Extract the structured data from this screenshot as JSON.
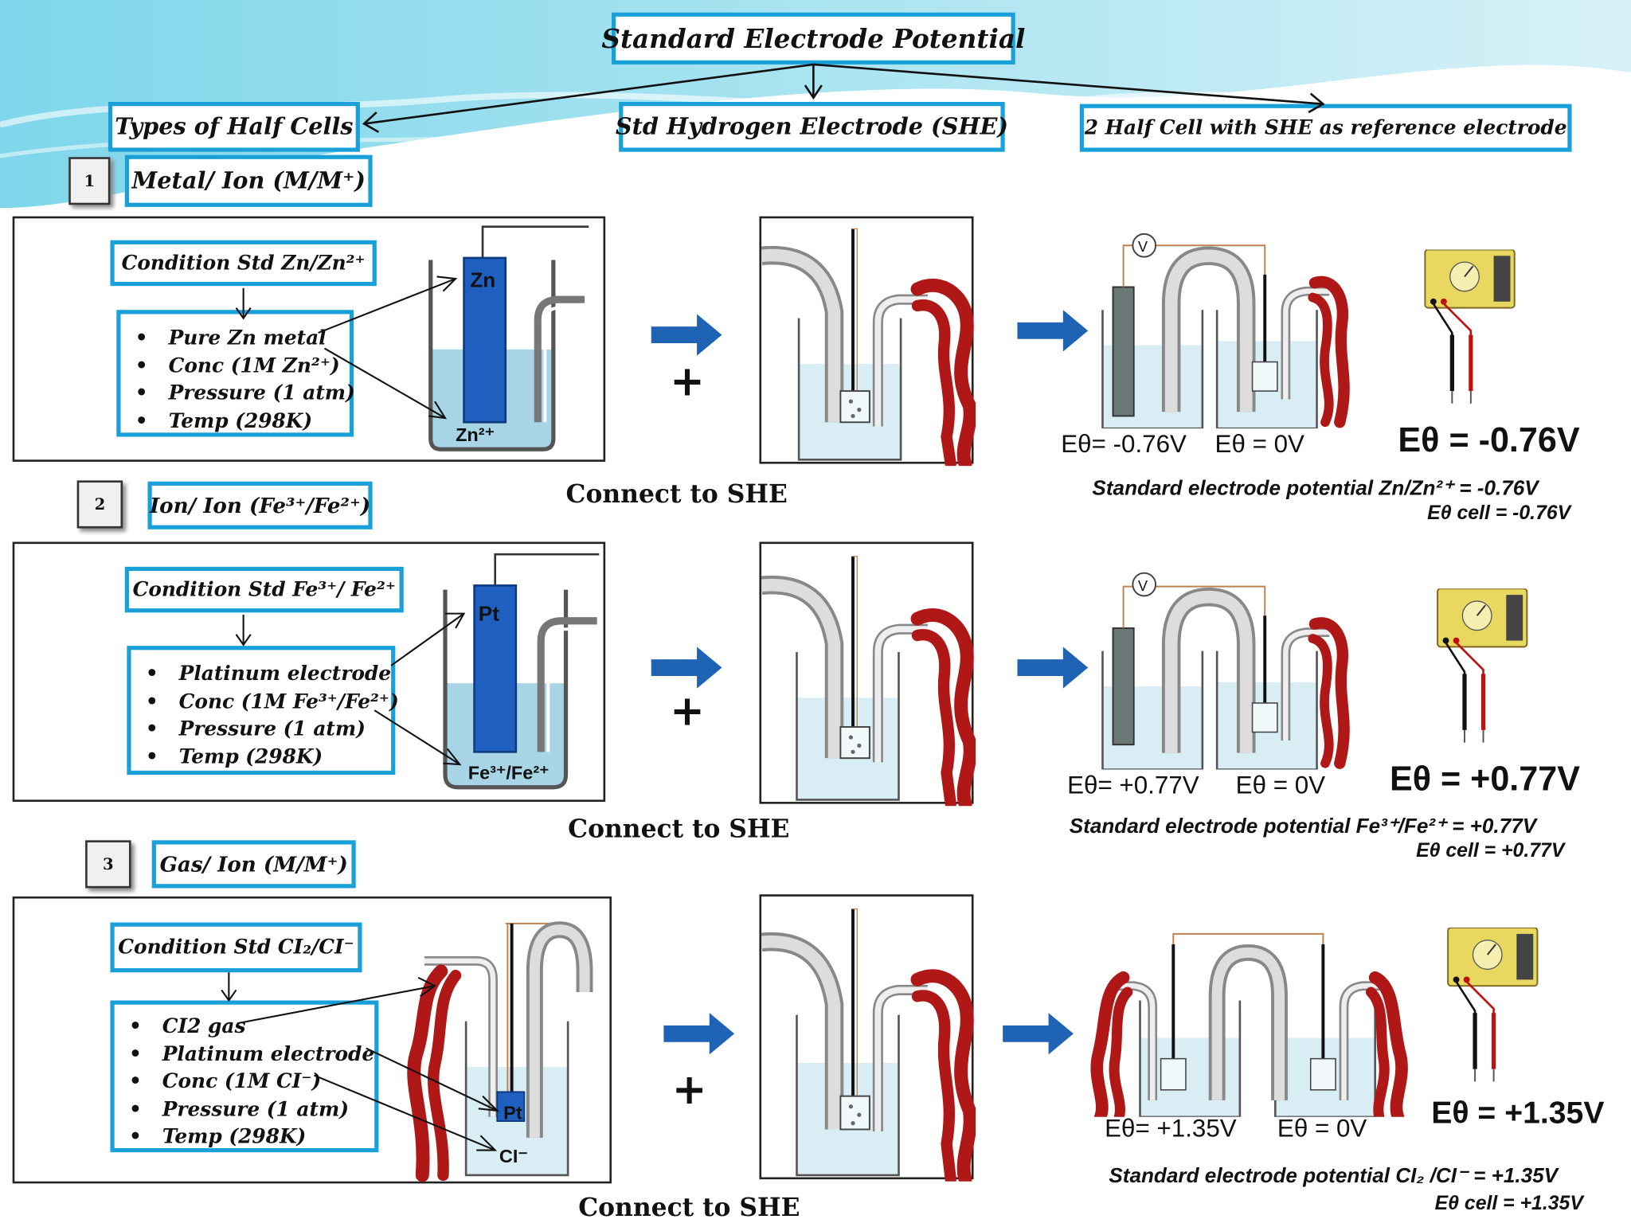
{
  "title": "Standard Electrode Potential",
  "branches": {
    "types": "Types of Half Cells",
    "she": "Std Hydrogen Electrode (SHE)",
    "twohalf": "2 Half Cell with SHE as reference electrode"
  },
  "connect_label": "Connect to SHE",
  "plus": "+",
  "colors": {
    "box_border": "#1aa0d8",
    "electrode": "#1e5fc0",
    "arrow": "#1f63b5",
    "tube": "#b01818",
    "solution": "#a8d5e5"
  },
  "rows": [
    {
      "number": "1",
      "type": "Metal/ Ion (M/M⁺)",
      "condition": "Condition Std  Zn/Zn²⁺",
      "bullets": [
        "Pure Zn metal",
        "Conc (1M Zn²⁺)",
        "Pressure (1 atm)",
        "Temp (298K)"
      ],
      "electrode_label": "Zn",
      "ion_label": "Zn²⁺",
      "e_left": "Eθ= -0.76V",
      "e_right": "Eθ = 0V",
      "e_big": "Eθ = -0.76V",
      "sep": "Standard electrode potential Zn/Zn²⁺ = -0.76V",
      "ecell": "Eθ cell = -0.76V"
    },
    {
      "number": "2",
      "type": "Ion/ Ion (Fe³⁺/Fe²⁺)",
      "condition": "Condition Std  Fe³⁺/ Fe²⁺",
      "bullets": [
        "Platinum electrode",
        "Conc (1M Fe³⁺/Fe²⁺)",
        "Pressure (1 atm)",
        "Temp (298K)"
      ],
      "electrode_label": "Pt",
      "ion_label": "Fe³⁺/Fe²⁺",
      "e_left": "Eθ= +0.77V",
      "e_right": "Eθ = 0V",
      "e_big": "Eθ = +0.77V",
      "sep": "Standard electrode potential Fe³⁺/Fe²⁺ = +0.77V",
      "ecell": "Eθ cell = +0.77V"
    },
    {
      "number": "3",
      "type": "Gas/ Ion (M/M⁺)",
      "condition": "Condition Std CI₂/CI⁻",
      "bullets": [
        "CI2 gas",
        "Platinum electrode",
        "Conc (1M CI⁻)",
        "Pressure (1 atm)",
        "Temp (298K)"
      ],
      "electrode_label": "Pt",
      "ion_label": "CI⁻",
      "e_left": "Eθ= +1.35V",
      "e_right": "Eθ = 0V",
      "e_big": "Eθ = +1.35V",
      "sep": "Standard electrode potential CI₂ /CI⁻ = +1.35V",
      "ecell": "Eθ cell = +1.35V"
    }
  ],
  "voltmeter_symbol": "V"
}
